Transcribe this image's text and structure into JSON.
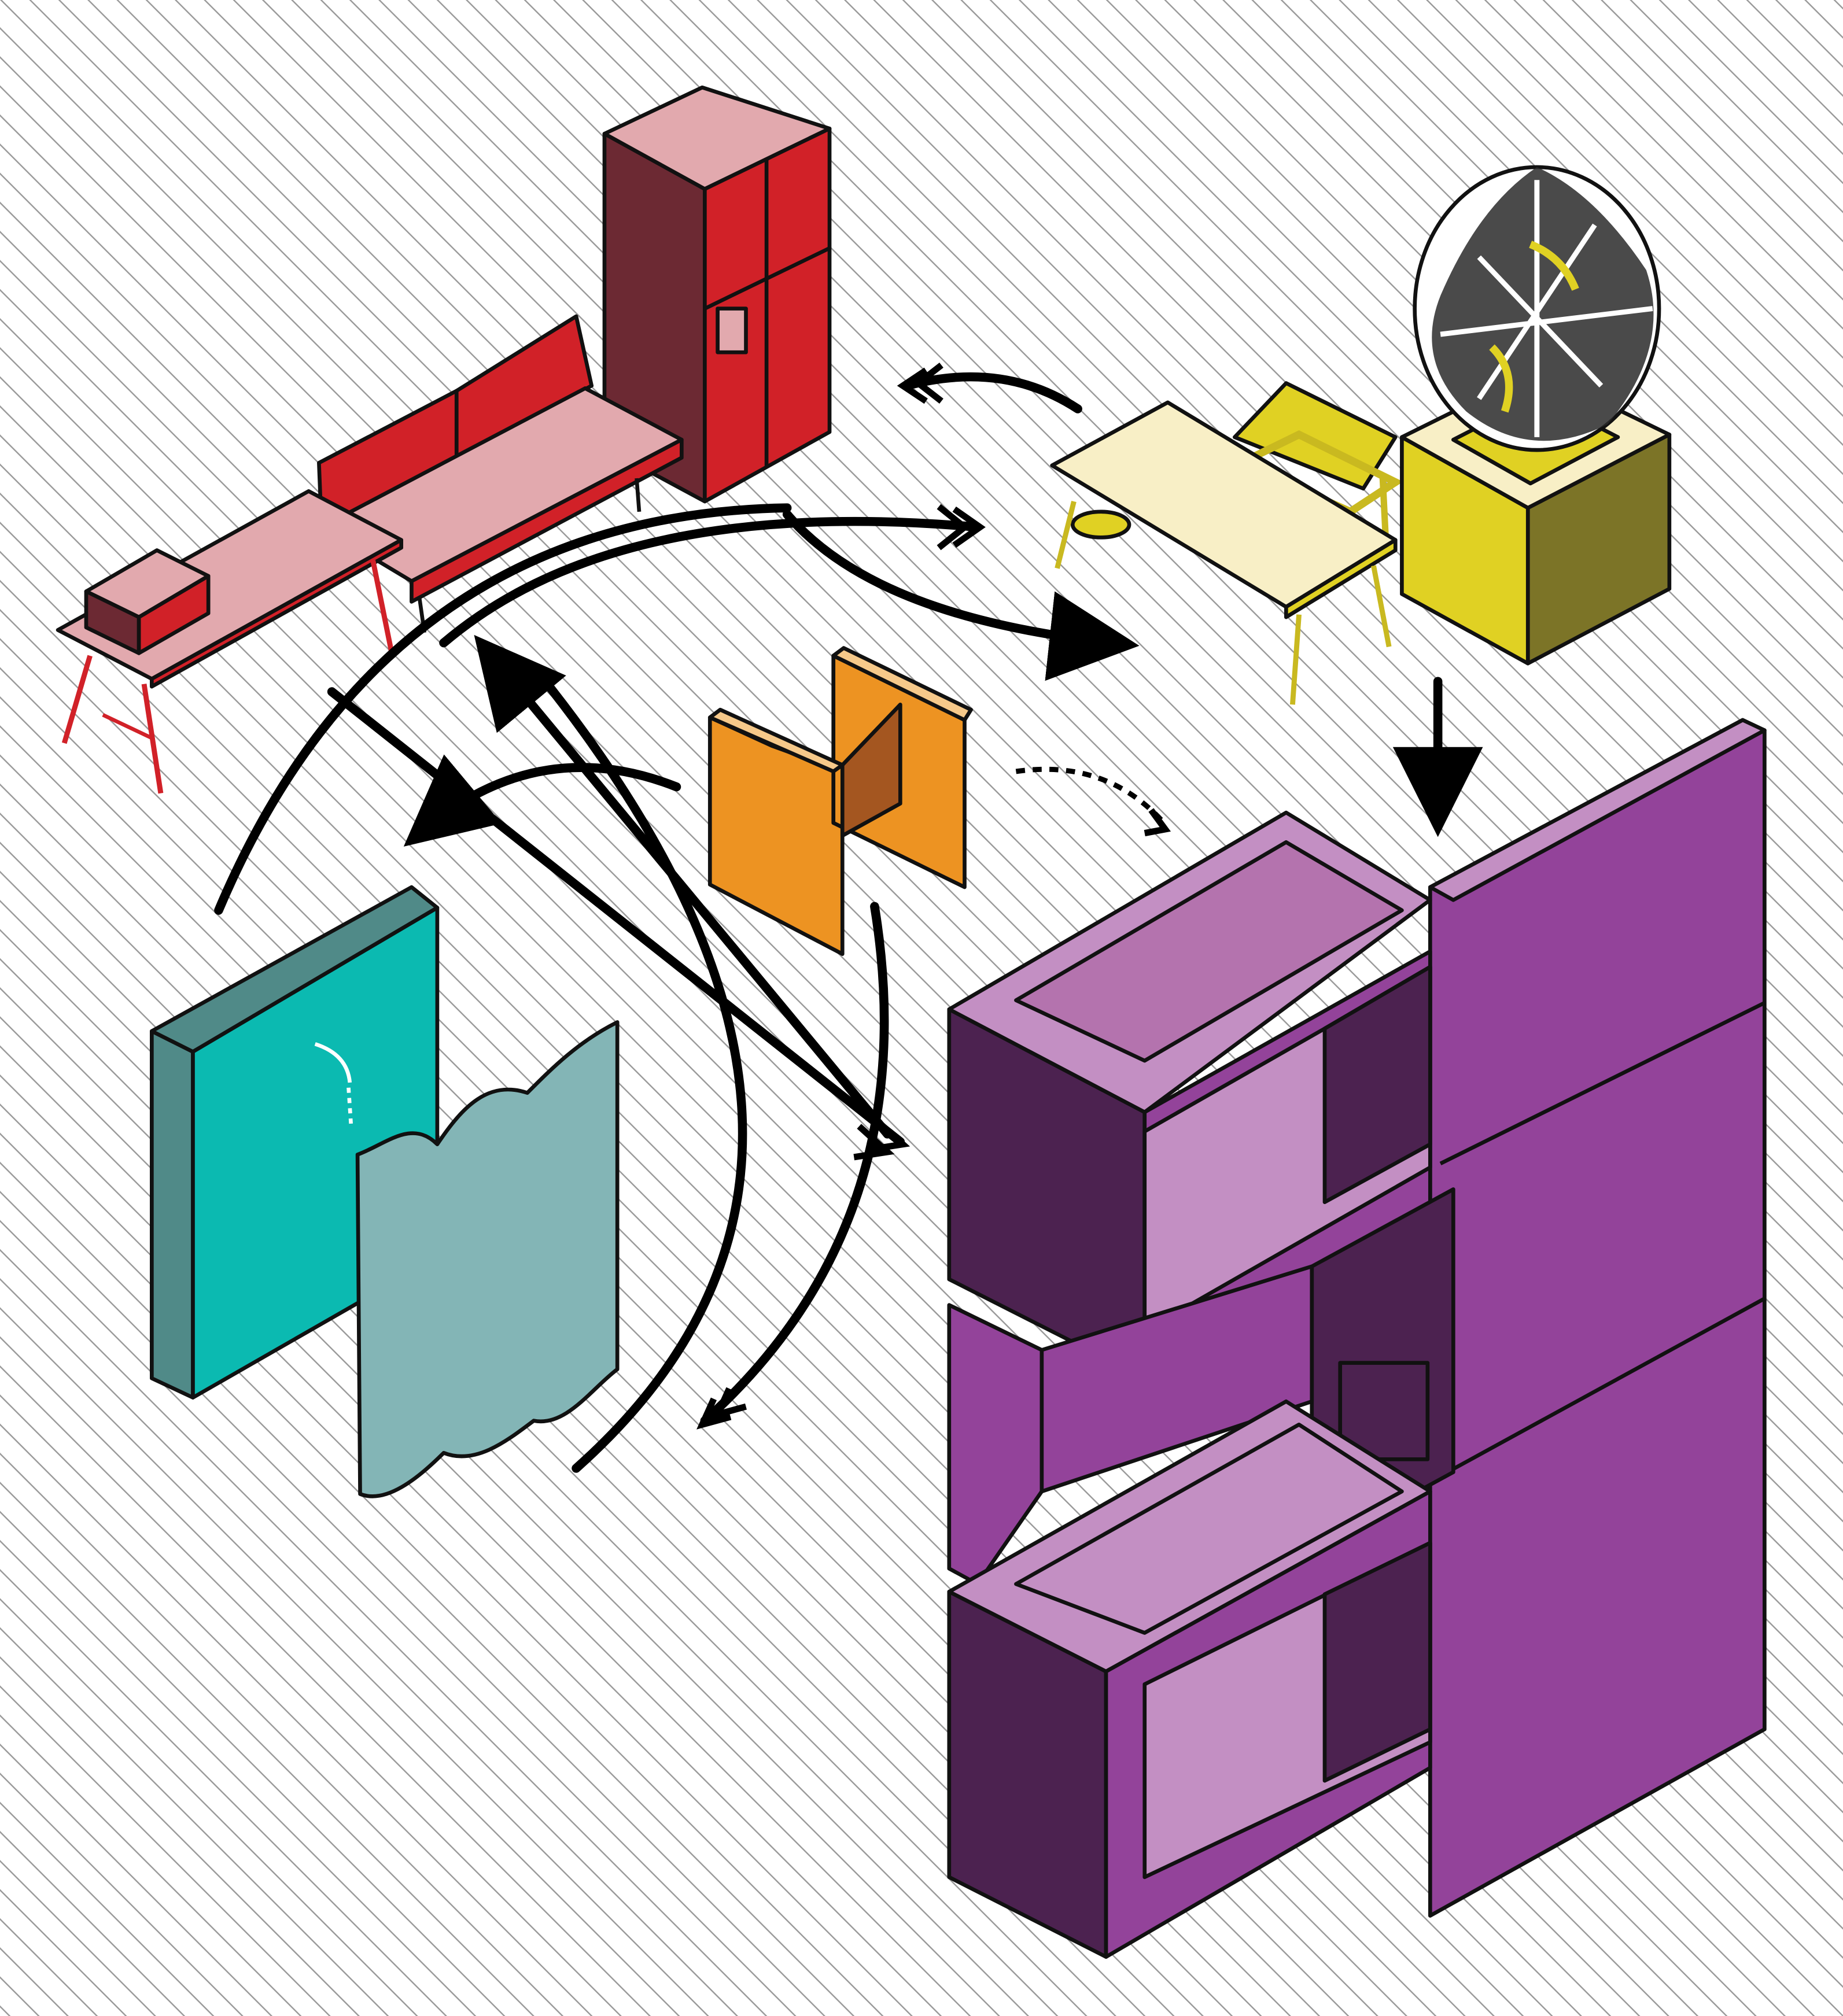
{
  "diagram": {
    "background_hatch_color": "#9a9a9a",
    "groups": [
      {
        "id": "red-group",
        "items": [
          "microwave",
          "dining-table",
          "sofa",
          "refrigerator"
        ]
      },
      {
        "id": "yellow-group",
        "items": [
          "desk",
          "chair",
          "planter",
          "plant"
        ]
      },
      {
        "id": "orange-piece"
      },
      {
        "id": "teal-wall",
        "items": [
          "wall-panel",
          "curtain"
        ]
      },
      {
        "id": "purple-unit",
        "items": [
          "stacked-modules"
        ]
      }
    ],
    "arrows": [
      {
        "from": "yellow-group",
        "to": "red-group",
        "style": "open-double-head"
      },
      {
        "from": "red-group",
        "to": "yellow-group",
        "style": "open-double-head"
      },
      {
        "from": "red-group",
        "to": "yellow-group",
        "style": "solid-head"
      },
      {
        "from": "yellow-group",
        "to": "purple-unit",
        "style": "solid-head"
      },
      {
        "from": "red-group",
        "to": "purple-unit",
        "style": "open-double-head"
      },
      {
        "from": "purple-unit",
        "to": "red-group",
        "style": "solid-head"
      },
      {
        "from": "orange-piece",
        "to": "teal-wall",
        "style": "solid-head"
      },
      {
        "from": "orange-piece",
        "to": "purple-unit",
        "style": "dashed-open-head"
      },
      {
        "from": "orange-piece",
        "to": "teal-wall",
        "style": "open-double-head"
      },
      {
        "from": "teal-wall",
        "to": "red-group",
        "style": "curve"
      }
    ],
    "colors": {
      "red_light": "#e2a9ae",
      "red_main": "#d12128",
      "red_dark": "#6c2933",
      "yellow_light": "#f8efc6",
      "yellow_main": "#e0d123",
      "yellow_dark": "#7c7427",
      "orange_main": "#ed9322",
      "orange_light": "#f6c98a",
      "orange_dark": "#a45620",
      "teal_main": "#0bbab1",
      "teal_dark": "#508a88",
      "teal_light": "#83b5b6",
      "purple_main": "#93439a",
      "purple_light": "#b473ae",
      "purple_pale": "#c38fc3",
      "purple_dark": "#4c2250"
    }
  }
}
